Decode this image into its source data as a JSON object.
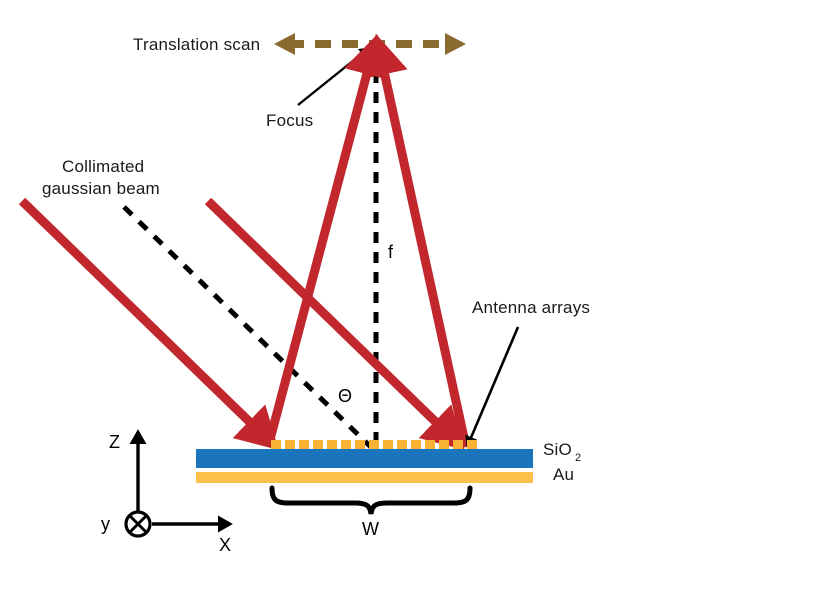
{
  "figure": {
    "title": "Metasurface focusing lens schematic",
    "background": "#ffffff"
  },
  "colors": {
    "beam_red": "#C1272D",
    "scan_arrow_brown": "#8B6A2F",
    "sio2_blue": "#1B75BC",
    "au_yellow": "#FBC14A",
    "antenna_yellow": "#F9B233",
    "line_black": "#000000",
    "text_black": "#1a1a1a"
  },
  "labels": {
    "translation_scan": "Translation scan",
    "focus": "Focus",
    "collimated_line1": "Collimated",
    "collimated_line2": "gaussian beam",
    "antenna_arrays": "Antenna arrays",
    "focal_length": "f",
    "theta": "Θ",
    "width": "W",
    "sio2_main": "SiO",
    "sio2_sub": "2",
    "au": "Au",
    "axis_z": "Z",
    "axis_x": "X",
    "axis_y": "y"
  },
  "structure": {
    "layers": [
      {
        "name": "SiO2",
        "color": "#1B75BC",
        "label": "SiO2"
      },
      {
        "name": "Au",
        "color": "#FBC14A",
        "label": "Au"
      }
    ],
    "antenna_count": 15,
    "beam_count": 2
  }
}
